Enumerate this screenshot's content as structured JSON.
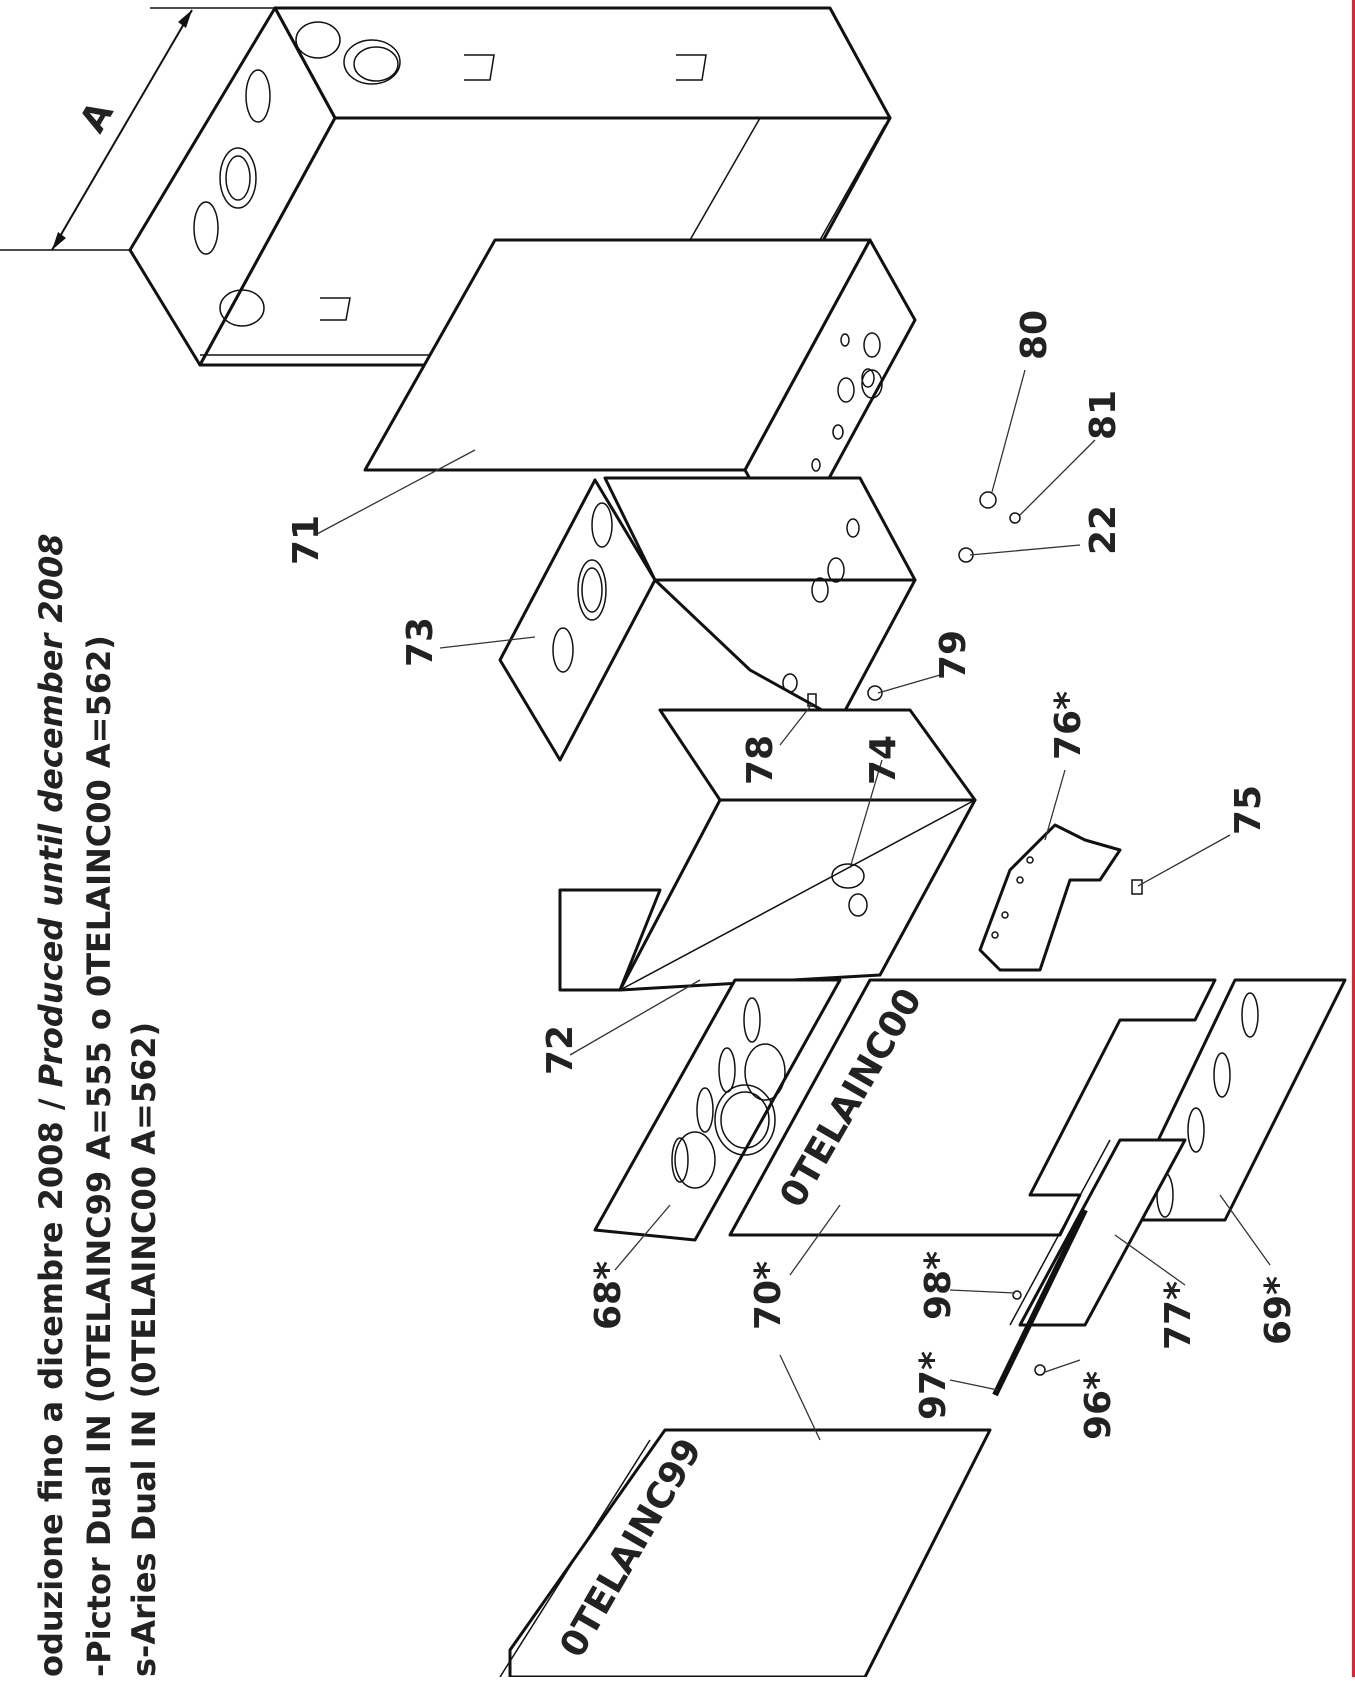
{
  "title_lines": [
    "oduzione fino a dicembre 2008",
    "Produced until december 2008",
    "-Pictor Dual IN (0TELAINC99 A=555 o 0TELAINC00 A=562)",
    "s-Aries Dual IN (0TELAINC00 A=562)"
  ],
  "title_separator": " / ",
  "dimension_label": "A",
  "panel_texts": {
    "panel_70": "0TELAINC00",
    "panel_front": "0TELAINC99"
  },
  "part_labels": {
    "p71": "71",
    "p73": "73",
    "p80": "80",
    "p81": "81",
    "p22": "22",
    "p79": "79",
    "p78": "78",
    "p74": "74",
    "p72": "72",
    "p76": "76*",
    "p75": "75",
    "p68": "68*",
    "p70": "70*",
    "p98": "98*",
    "p97": "97*",
    "p96": "96*",
    "p77": "77*",
    "p69": "69*"
  },
  "accent_color": "#e8202e"
}
